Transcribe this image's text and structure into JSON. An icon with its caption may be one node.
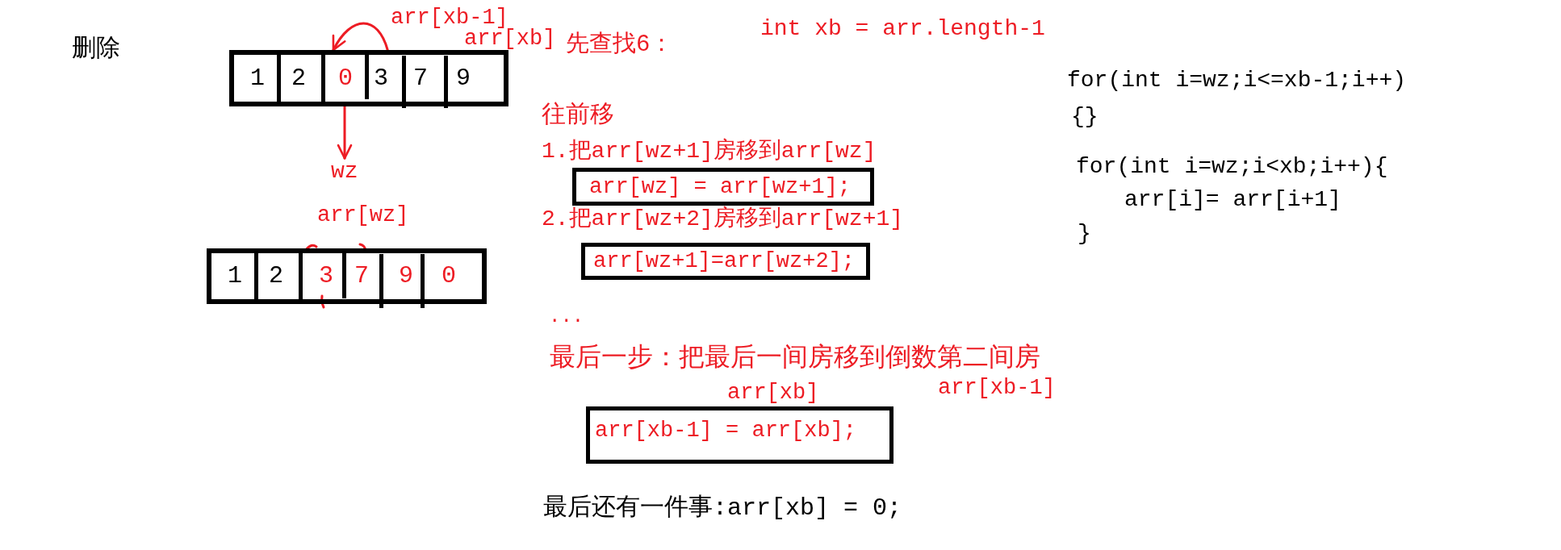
{
  "diagram": {
    "title": "删除",
    "nodes": [
      {
        "text": [],
        "shape": "box"
      },
      {
        "text": [
          "1"
        ],
        "in": 0
      },
      {
        "text": [
          "2"
        ],
        "in": 0
      },
      {
        "text": [
          "0"
        ],
        "in": 0
      },
      {
        "text": [
          "3"
        ],
        "in": 0
      },
      {
        "text": [
          "7"
        ],
        "in": 0
      },
      {
        "text": [
          "9"
        ],
        "in": 0
      },
      {
        "text": [
          "wz"
        ]
      },
      {
        "text": [],
        "shape": "box"
      },
      {
        "text": [
          "1"
        ],
        "in": 8
      },
      {
        "text": [
          "2"
        ],
        "in": 8
      },
      {
        "text": [
          "3"
        ],
        "in": 8
      },
      {
        "text": [
          "7"
        ],
        "in": 8
      },
      {
        "text": [
          "9"
        ],
        "in": 8
      },
      {
        "text": [
          "0"
        ],
        "in": 8
      },
      {
        "text": [
          "arr[wz] = arr[wz+1];"
        ]
      },
      {
        "text": [
          "arr[wz+1]=arr[wz+2];"
        ]
      },
      {
        "text": [
          "arr[xb-1] = arr[xb];"
        ]
      }
    ],
    "edges": [
      {
        "from": 4,
        "to": 3,
        "arrow": "to"
      },
      {
        "from": 3,
        "to": 7,
        "arrow": "to"
      }
    ],
    "labels": [
      "arr[xb-1]",
      "arr[xb]",
      "arr[wz]",
      "先查找6：",
      "int xb = arr.length-1",
      "往前移",
      "1.把arr[wz+1]房移到arr[wz]",
      "2.把arr[wz+2]房移到arr[wz+1]",
      "...",
      "最后一步：把最后一间房移到倒数第二间房",
      "arr[xb]",
      "arr[xb-1]",
      "最后还有一件事:arr[xb] = 0;",
      "for(int i=wz;i<=xb-1;i++)",
      "{}",
      "for(int i=wz;i<xb;i++){",
      "arr[i]= arr[i+1]",
      "}"
    ]
  }
}
